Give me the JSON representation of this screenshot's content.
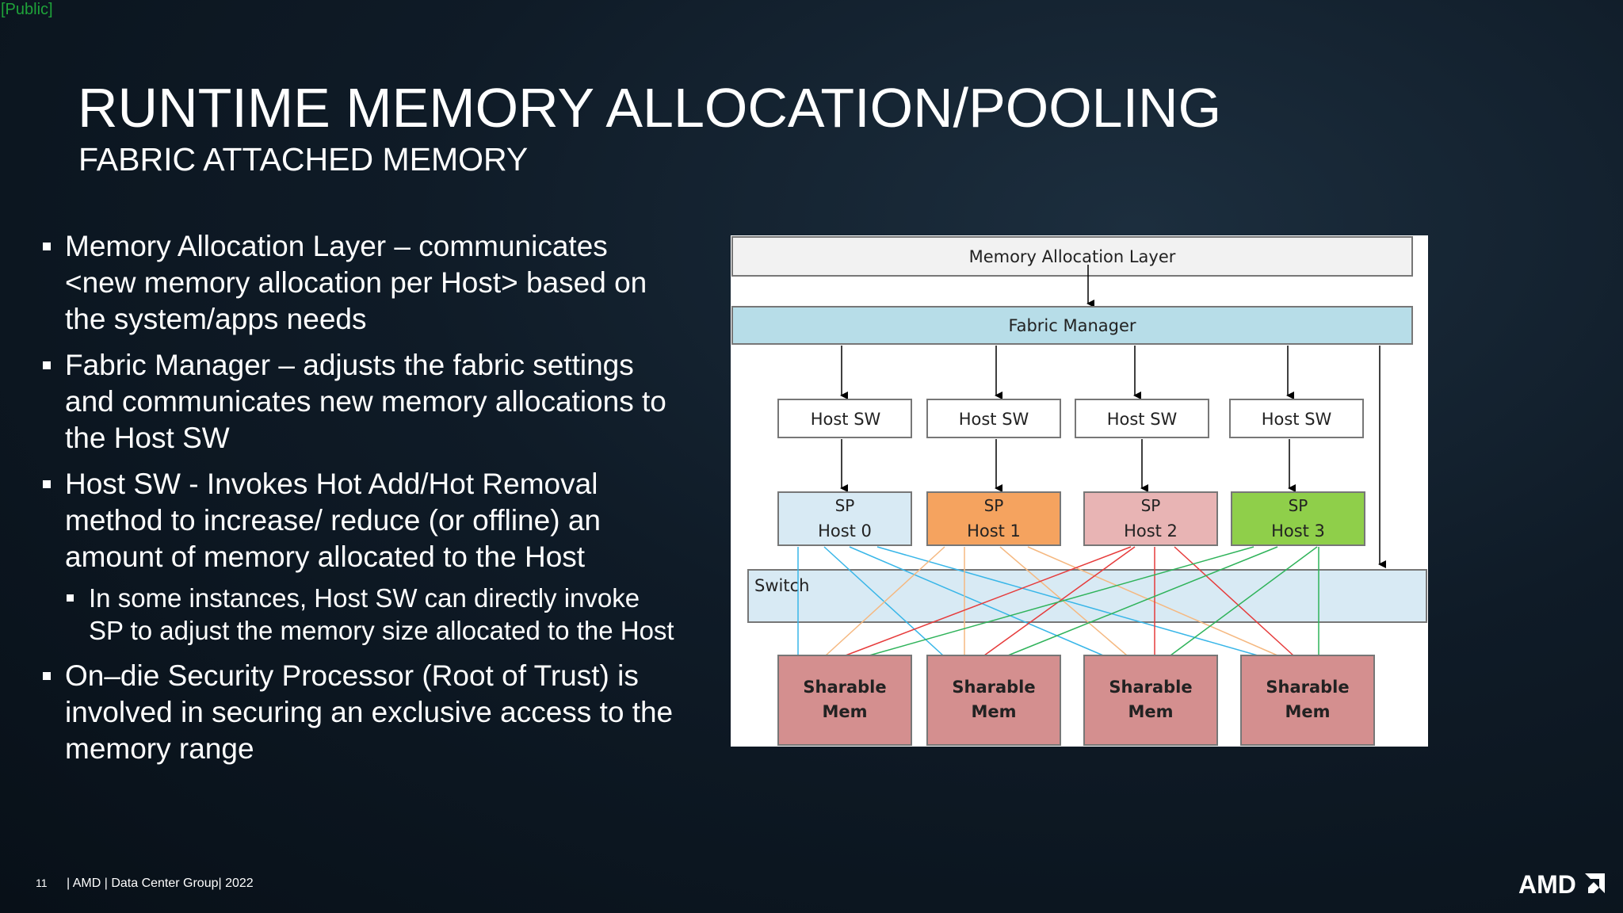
{
  "classification": "[Public]",
  "slide": {
    "title": "RUNTIME MEMORY ALLOCATION/POOLING",
    "subtitle": "FABRIC ATTACHED MEMORY",
    "bullets": [
      "Memory Allocation Layer – communicates <new memory allocation per Host> based on the system/apps needs",
      "Fabric Manager – adjusts the fabric settings and communicates new memory allocations to the Host SW",
      "Host SW - Invokes Hot Add/Hot Removal method to increase/ reduce (or offline) an amount of memory allocated to the Host",
      "In some instances, Host SW can directly invoke SP to adjust the memory size allocated to the Host",
      "On–die Security Processor (Root of Trust) is involved in securing an exclusive access to the memory range"
    ]
  },
  "diagram": {
    "memory_allocation_layer": "Memory Allocation Layer",
    "fabric_manager": "Fabric Manager",
    "switch": "Switch",
    "host_sw": [
      "Host SW",
      "Host SW",
      "Host SW",
      "Host SW"
    ],
    "sp_label": "SP",
    "sp_hosts": [
      "Host 0",
      "Host 1",
      "Host 2",
      "Host 3"
    ],
    "sharable": "Sharable",
    "mem": "Mem",
    "colors": {
      "host0": "#d8eaf4",
      "host1": "#f5a35f",
      "host2": "#e8b4b4",
      "host3": "#8fcf4a",
      "fabric": "#b7dde8",
      "switch": "#d8eaf4",
      "mem": "#d48f8f",
      "line_host0": "#38b6e8",
      "line_host1": "#f5b880",
      "line_host2": "#e63b3b",
      "line_host3": "#2fb35a"
    }
  },
  "footer": {
    "page_number": "11",
    "text": "| AMD | Data Center Group| 2022"
  },
  "logo": {
    "text": "AMD",
    "icon": "amd-arrow-icon"
  }
}
